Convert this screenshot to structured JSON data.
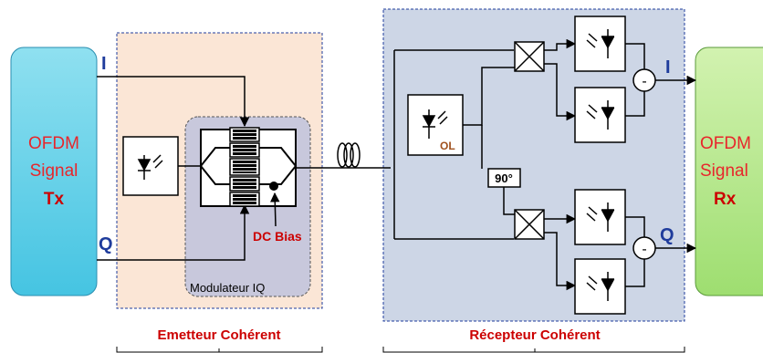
{
  "tx_block": {
    "line1": "OFDM",
    "line2": "Signal",
    "line3": "Tx"
  },
  "rx_block": {
    "line1": "OFDM",
    "line2": "Signal",
    "line3": "Rx"
  },
  "tx_inputs": {
    "i": "I",
    "q": "Q"
  },
  "rx_outputs": {
    "i": "I",
    "q": "Q"
  },
  "modulator": {
    "label": "Modulateur IQ",
    "bias_label": "DC Bias"
  },
  "receiver": {
    "lo_label": "OL",
    "phase_shift": "90°",
    "subtract_symbol": "-"
  },
  "captions": {
    "emitter": "Emetteur Cohérent",
    "receiver": "Récepteur Cohérent"
  },
  "colors": {
    "tx_fill": "#5ecfe8",
    "rx_fill": "#b8e890",
    "emitter_bg": "#fbe6d6",
    "receiver_bg": "#cdd6e6",
    "modulator_bg": "#c8c8dc",
    "label_red": "#e8262b",
    "label_blue": "#1f3c9c"
  }
}
